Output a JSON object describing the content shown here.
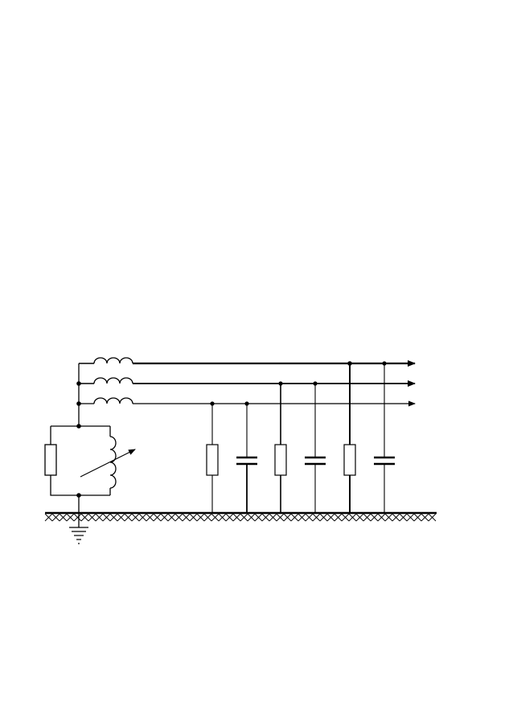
{
  "colors": {
    "background": "#ffffff",
    "ink": "#000000"
  },
  "circuit": {
    "phases": 3,
    "phase_line_count": 3,
    "neutral_network": {
      "resistor": true,
      "variable_inductor": true
    },
    "phase_to_ground_branches": [
      {
        "phase": 3,
        "components": [
          "resistor",
          "capacitor"
        ]
      },
      {
        "phase": 2,
        "components": [
          "resistor",
          "capacitor"
        ]
      },
      {
        "phase": 1,
        "components": [
          "resistor",
          "capacitor"
        ]
      }
    ],
    "ground_symbol": true,
    "hatched_ground_plane": true
  }
}
